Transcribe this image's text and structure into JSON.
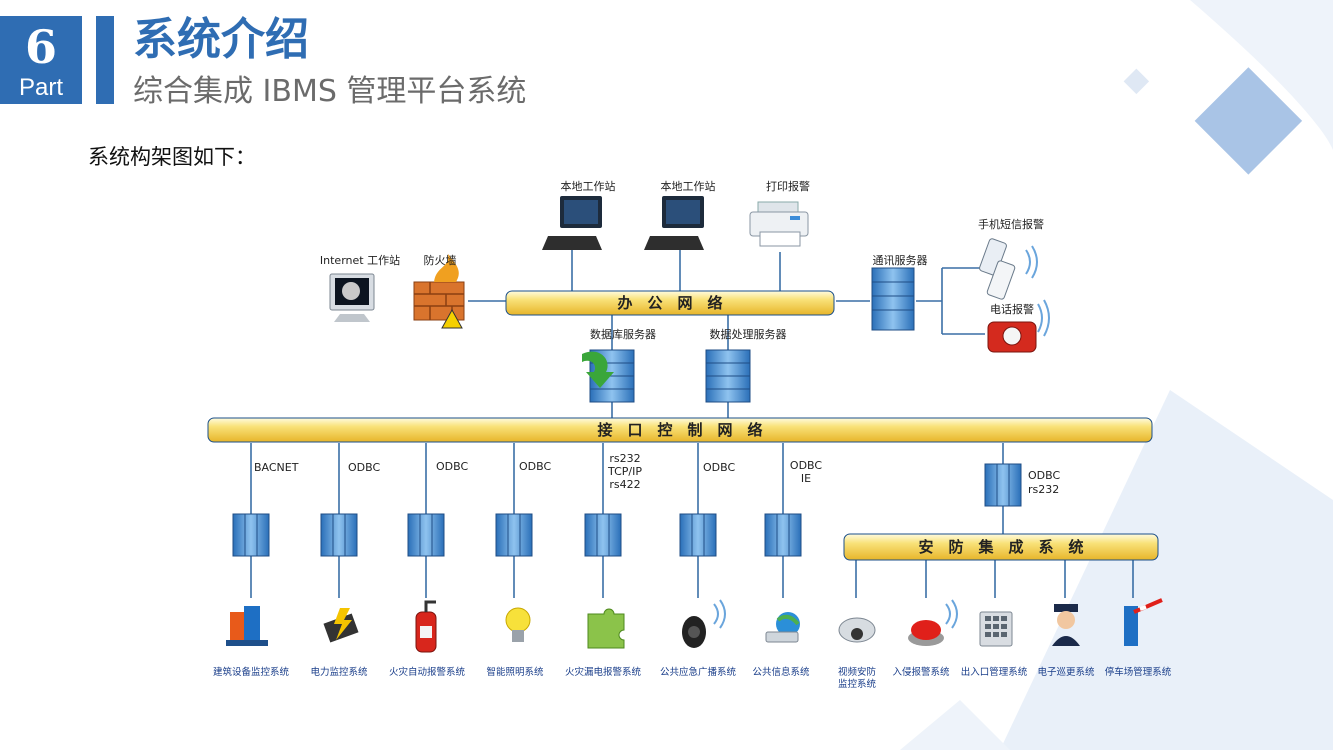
{
  "header": {
    "part_number": "6",
    "part_label": "Part",
    "title": "系统介绍",
    "subtitle": "综合集成 IBMS 管理平台系统"
  },
  "intro_text": "系统构架图如下：",
  "colors": {
    "brand_blue": "#2f6db3",
    "band_yellow": "#f7d65a",
    "line_blue": "#3a6fa6",
    "deco_blue": "#a9c4e6"
  },
  "diagram": {
    "top_nodes": {
      "local_workstation_1": "本地工作站",
      "local_workstation_2": "本地工作站",
      "print_alarm": "打印报警",
      "internet_workstation": "Internet 工作站",
      "firewall": "防火墙",
      "comm_server": "通讯服务器",
      "sms_alarm": "手机短信报警",
      "phone_alarm": "电话报警",
      "db_server": "数据库服务器",
      "data_server": "数据处理服务器"
    },
    "office_network": "办　公　网　络",
    "interface_network": "接　口　控　制　网　络",
    "security_band": "安　防　集　成　系　统",
    "protocols": {
      "p1": "BACNET",
      "p2": "ODBC",
      "p3": "ODBC",
      "p4": "ODBC",
      "p5a": "rs232",
      "p5b": "TCP/IP",
      "p5c": "rs422",
      "p6": "ODBC",
      "p7a": "ODBC",
      "p7b": "IE",
      "p8a": "ODBC",
      "p8b": "rs232"
    },
    "subsystems": {
      "s1": "建筑设备监控系统",
      "s2": "电力监控系统",
      "s3": "火灾自动报警系统",
      "s4": "智能照明系统",
      "s5": "火灾漏电报警系统",
      "s6": "公共应急广播系统",
      "s7": "公共信息系统"
    },
    "security_subsystems": {
      "v1": "视频安防",
      "v2": "监控系统",
      "intrusion": "入侵报警系统",
      "access": "出入口管理系统",
      "patrol": "电子巡更系统",
      "parking": "停车场管理系统"
    }
  }
}
